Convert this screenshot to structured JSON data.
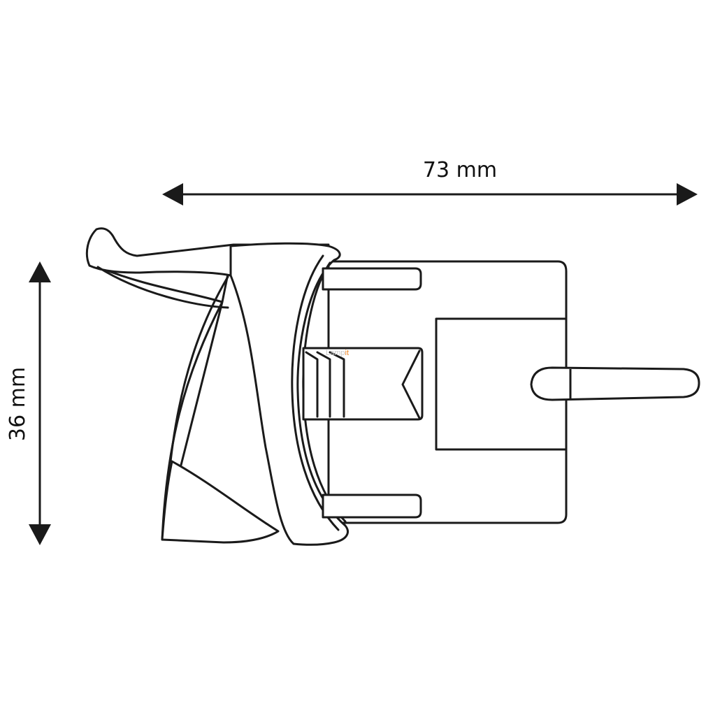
{
  "dimensions": {
    "width_label": "73 mm",
    "height_label": "36 mm"
  },
  "watermark": {
    "text_part1": "Lamp",
    "text_part2": "it",
    "accent_color": "#f08a2c",
    "base_color": "#c8c8c8"
  },
  "colors": {
    "line": "#1a1a1a",
    "background": "#ffffff"
  }
}
